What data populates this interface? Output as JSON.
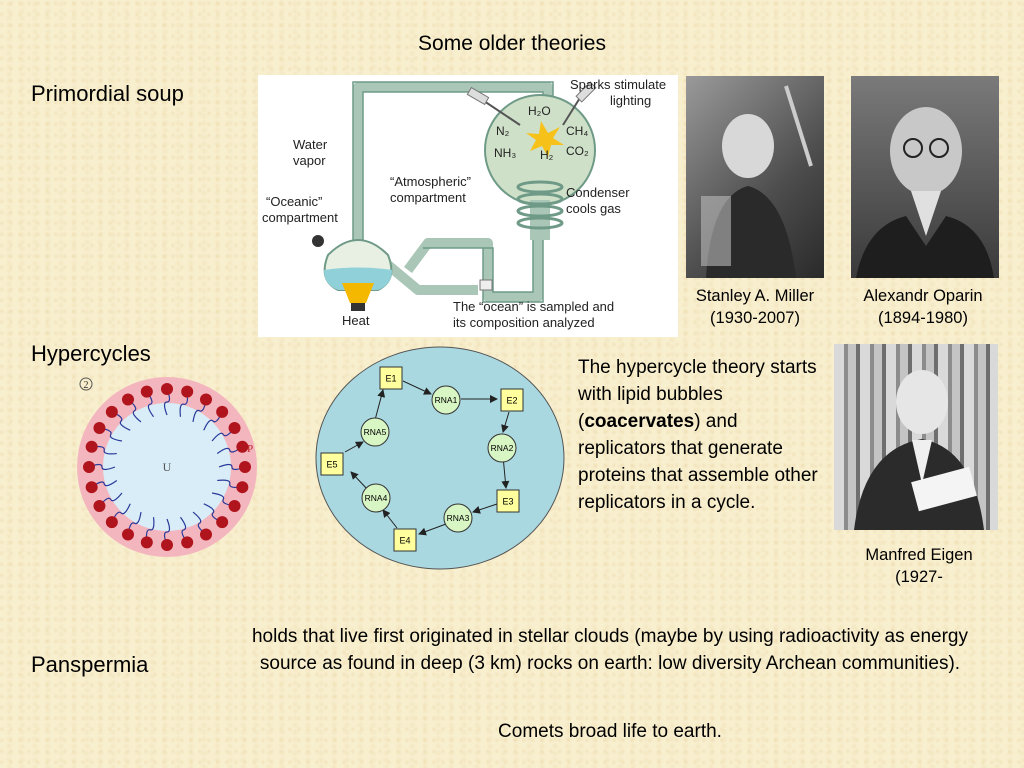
{
  "title": "Some older theories",
  "sections": {
    "primordial": "Primordial soup",
    "hypercycles": "Hypercycles",
    "panspermia": "Panspermia"
  },
  "miller_diagram": {
    "sparks": [
      "Sparks stimulate",
      "lighting"
    ],
    "water_vapor": [
      "Water",
      "vapor"
    ],
    "oceanic": [
      "“Oceanic”",
      "compartment"
    ],
    "atmospheric": [
      "“Atmospheric”",
      "compartment"
    ],
    "condenser": [
      "Condenser",
      "cools gas"
    ],
    "heat": "Heat",
    "ocean_sampled": [
      "The “ocean” is sampled and",
      "its composition analyzed"
    ],
    "molecules": [
      "H₂O",
      "N₂",
      "CH₄",
      "NH₃",
      "H₂",
      "CO₂"
    ]
  },
  "people": {
    "miller": [
      "Stanley A. Miller",
      "(1930-2007)"
    ],
    "oparin": [
      "Alexandr Oparin",
      "(1894-1980)"
    ],
    "eigen": [
      "Manfred Eigen",
      "(1927-"
    ]
  },
  "coacervate": {
    "number": "2",
    "center": "U",
    "edge": "P"
  },
  "hypercycle": {
    "nodes_e": [
      "E1",
      "E2",
      "E3",
      "E4",
      "E5"
    ],
    "nodes_rna": [
      "RNA1",
      "RNA2",
      "RNA3",
      "RNA4",
      "RNA5"
    ]
  },
  "hypercycle_text": {
    "before": "The hypercycle theory starts with lipid bubbles (",
    "bold": "coacervates",
    "after": ") and replicators that generate proteins that assemble other replicators in a cycle."
  },
  "panspermia_text": [
    "holds that live first originated in stellar clouds (maybe by using radioactivity as energy source as found in deep (3 km) rocks on earth: low diversity Archean communities).",
    "Comets broad life to earth."
  ]
}
